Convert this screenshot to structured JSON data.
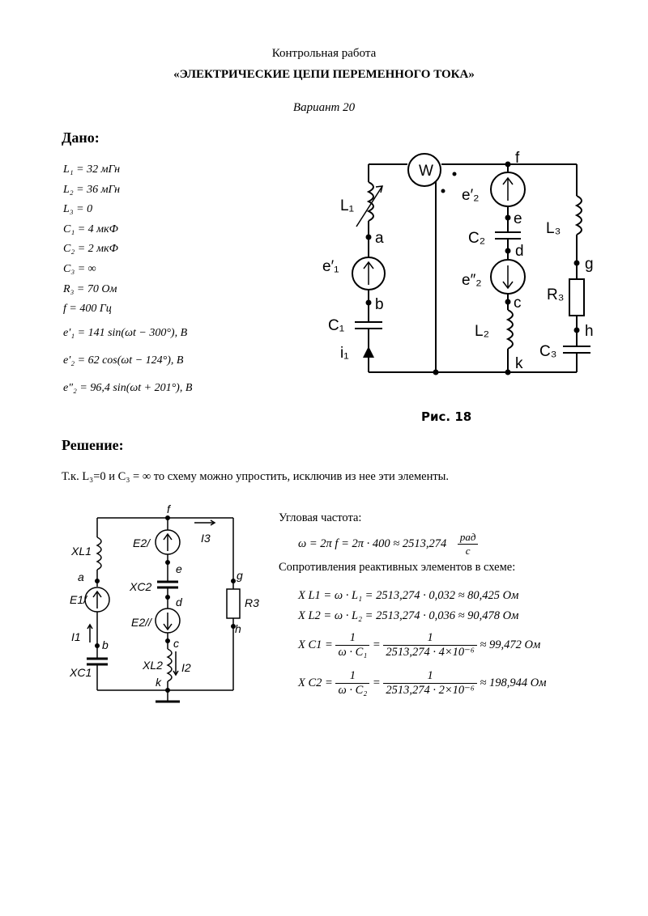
{
  "header": {
    "work_type": "Контрольная работа",
    "title": "«ЭЛЕКТРИЧЕСКИЕ ЦЕПИ ПЕРЕМЕННОГО ТОКА»",
    "variant": "Вариант 20"
  },
  "given": {
    "heading": "Дано:",
    "items": [
      "L₁ = 32  мГн",
      "L₂ = 36  мГн",
      "L₃ = 0",
      "C₁ = 4  мкФ",
      "C₂ = 2  мкФ",
      "C₃ = ∞",
      "R₃ = 70  Ом",
      "f = 400  Гц"
    ],
    "emfs": [
      "e′₁ = 141 sin(ωt − 300°), B",
      "e′₂ = 62 cos(ωt − 124°), B",
      "e″₂ = 96,4 sin(ωt + 201°), B"
    ]
  },
  "figure1": {
    "caption": "Рис. 18",
    "labels": {
      "wattmeter": "W",
      "L1": "L₁",
      "e1": "e′₁",
      "C1": "C₁",
      "i1": "i₁",
      "f": "f",
      "e2p": "e′₂",
      "e": "e",
      "C2": "C₂",
      "d": "d",
      "e2pp": "e″₂",
      "c": "c",
      "L2": "L₂",
      "k": "k",
      "a": "a",
      "b": "b",
      "L3": "L₃",
      "g": "g",
      "R3": "R₃",
      "h": "h",
      "C3": "C₃"
    }
  },
  "solution": {
    "heading": "Решение:",
    "simplify": "Т.к. L₃=0 и C₃ = ∞  то схему можно упростить, исключив из нее эти элементы.",
    "angular_label": "Угловая частота:",
    "omega_formula": "ω = 2π f = 2π · 400 ≈ 2513,274",
    "omega_unit_num": "рад",
    "omega_unit_den": "с",
    "reactance_label": "Сопротивления реактивных элементов в схеме:",
    "xl1": "X L1 = ω · L₁ = 2513,274 · 0,032 ≈ 80,425  Ом",
    "xl2": "X L2 = ω · L₂ = 2513,274 · 0,036 ≈ 90,478  Ом",
    "xc1_lhs": "X C1 =",
    "xc1_num1": "1",
    "xc1_den1": "ω · C₁",
    "xc1_num2": "1",
    "xc1_den2": "2513,274 · 4×10⁻⁶",
    "xc1_rhs": "≈ 99,472  Ом",
    "xc2_lhs": "X C2 =",
    "xc2_num1": "1",
    "xc2_den1": "ω · C₂",
    "xc2_num2": "1",
    "xc2_den2": "2513,274 · 2×10⁻⁶",
    "xc2_rhs": "≈ 198,944  Ом"
  },
  "figure2": {
    "labels": {
      "f": "f",
      "XL1": "XL1",
      "E2p": "E2/",
      "I3": "I3",
      "e": "e",
      "g": "g",
      "a": "a",
      "XC2": "XC2",
      "E1p": "E1/",
      "d": "d",
      "R3": "R3",
      "E2pp": "E2//",
      "h": "h",
      "I1": "I1",
      "b": "b",
      "c": "c",
      "XL2": "XL2",
      "I2": "I2",
      "XC1": "XC1",
      "k": "k"
    }
  }
}
